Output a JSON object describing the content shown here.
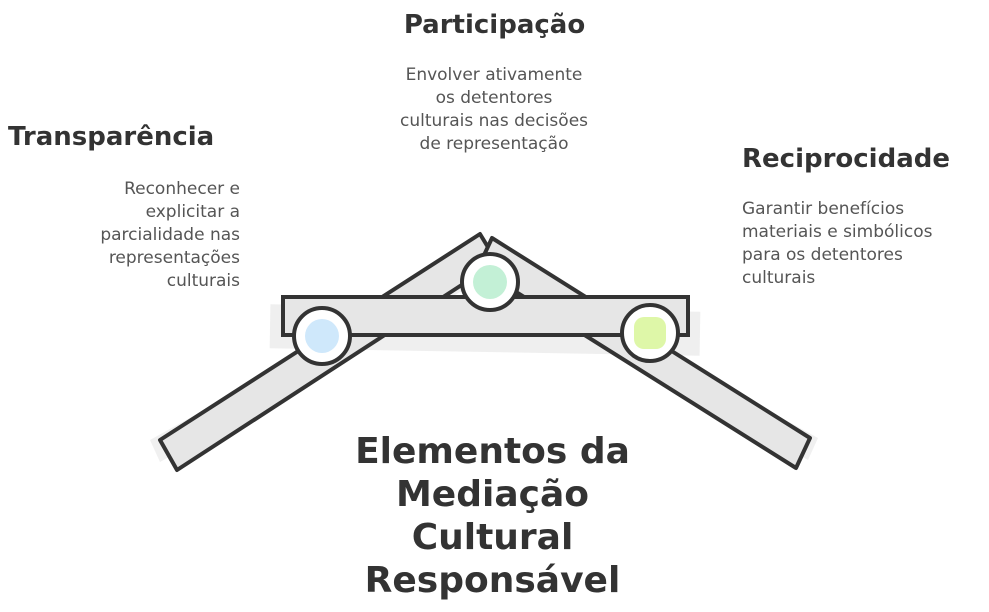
{
  "title_lines": [
    "Elementos da",
    "Mediação",
    "Cultural",
    "Responsável"
  ],
  "elements": {
    "participacao": {
      "title": "Participação",
      "desc_lines": [
        "Envolver ativamente",
        "os detentores",
        "culturais nas decisões",
        "de representação"
      ],
      "color": "#c3f0d6"
    },
    "transparencia": {
      "title": "Transparência",
      "desc_lines": [
        "Reconhecer e",
        "explicitar a",
        "parcialidade nas",
        "representações",
        "culturais"
      ],
      "color": "#cfe8fb"
    },
    "reciprocidade": {
      "title": "Reciprocidade",
      "desc_lines": [
        "Garantir benefícios",
        "materiais e simbólicos",
        "para os detentores",
        "culturais"
      ],
      "color": "#def7a8"
    }
  },
  "colors": {
    "stroke": "#333333",
    "beam_fill": "#e6e6e6",
    "shadow": "#eeeeee"
  }
}
